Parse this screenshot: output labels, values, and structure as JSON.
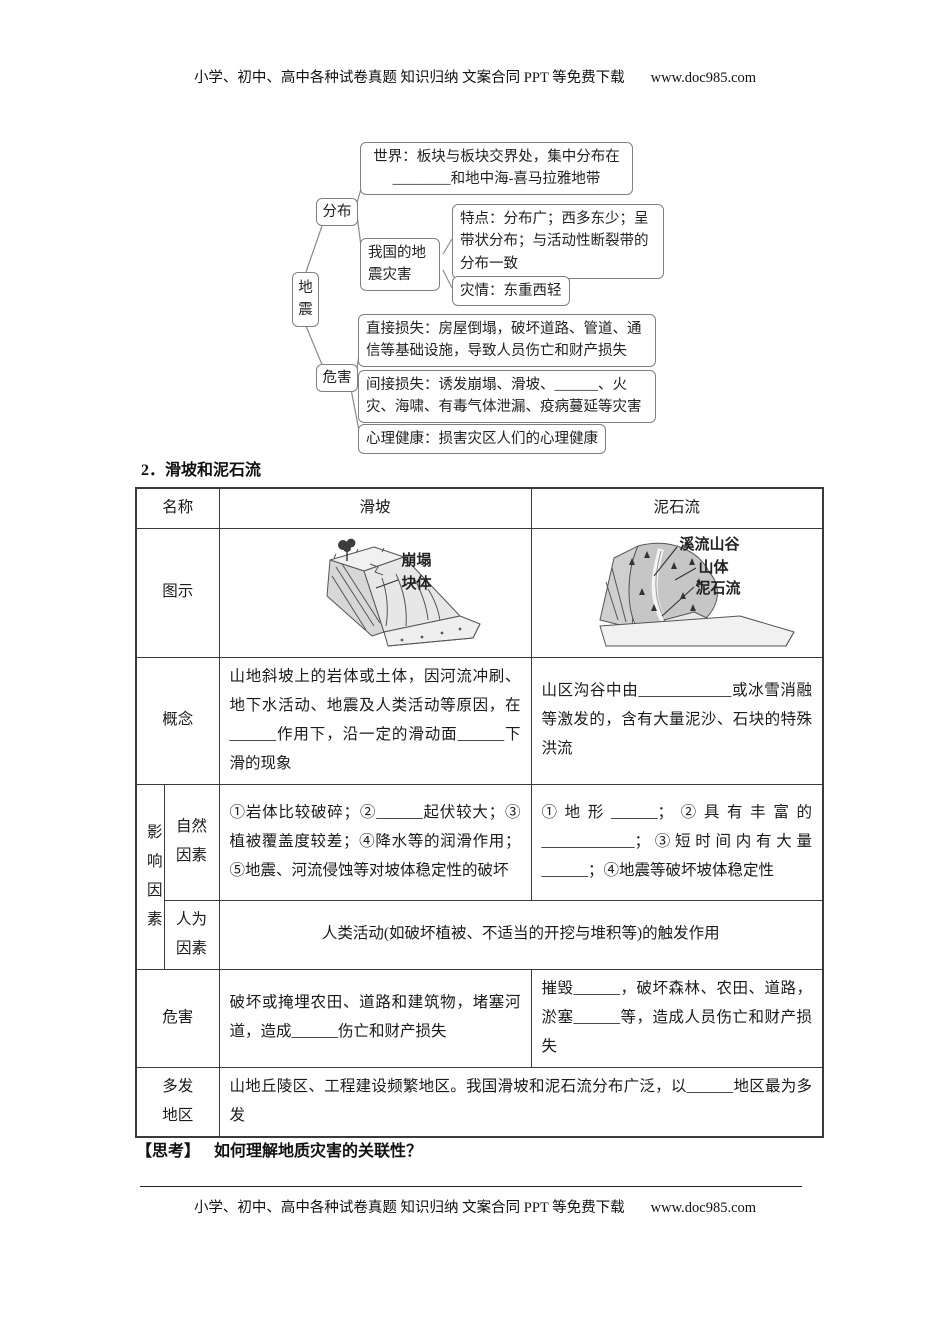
{
  "page": {
    "header": {
      "promo": "小学、初中、高中各种试卷真题 知识归纳 文案合同 PPT 等免费下载",
      "url": "www.doc985.com"
    },
    "footer": {
      "promo": "小学、初中、高中各种试卷真题 知识归纳 文案合同 PPT 等免费下载",
      "url": "www.doc985.com"
    }
  },
  "mindmap": {
    "root": "地震",
    "distribution": {
      "label": "分布",
      "world": "世界：板块与板块交界处，集中分布在\n________和地中海-喜马拉雅地带",
      "china_node": "我国的地震灾害",
      "features": "特点：分布广；西多东少；呈带状分布；与活动性断裂带的分布一致",
      "situation": "灾情：东重西轻"
    },
    "hazard": {
      "label": "危害",
      "direct": "直接损失：房屋倒塌，破坏道路、管道、通信等基础设施，导致人员伤亡和财产损失",
      "indirect": "间接损失：诱发崩塌、滑坡、______、火灾、海啸、有毒气体泄漏、疫病蔓延等灾害",
      "psych": "心理健康：损害灾区人们的心理健康"
    }
  },
  "section": {
    "title": "2．滑坡和泥石流"
  },
  "table": {
    "header": {
      "name": "名称",
      "landslide": "滑坡",
      "debris": "泥石流"
    },
    "illustration": {
      "label": "图示",
      "landslide_caption": "崩塌块体",
      "debris_caption_valley": "溪流山谷",
      "debris_caption_mountain": "山体",
      "debris_caption_flow": "泥石流"
    },
    "concept": {
      "label": "概念",
      "landslide": "山地斜坡上的岩体或土体，因河流冲刷、地下水活动、地震及人类活动等原因，在______作用下，沿一定的滑动面______下滑的现象",
      "debris": "山区沟谷中由____________或冰雪消融等激发的，含有大量泥沙、石块的特殊洪流"
    },
    "factors": {
      "label": "影响因素",
      "natural": {
        "label": "自然因素",
        "landslide": "①岩体比较破碎；②______起伏较大；③植被覆盖度较差；④降水等的润滑作用；⑤地震、河流侵蚀等对坡体稳定性的破坏",
        "debris": "①地形______；②具有丰富的____________；③短时间内有大量______；④地震等破坏坡体稳定性"
      },
      "human": {
        "label": "人为因素",
        "text": "人类活动(如破坏植被、不适当的开挖与堆积等)的触发作用"
      }
    },
    "hazard": {
      "label": "危害",
      "landslide": "破坏或掩埋农田、道路和建筑物，堵塞河道，造成______伤亡和财产损失",
      "debris": "摧毁______，破坏森林、农田、道路，淤塞______等，造成人员伤亡和财产损失"
    },
    "region": {
      "label": "多发地区",
      "text": "山地丘陵区、工程建设频繁地区。我国滑坡和泥石流分布广泛，以______地区最为多发"
    }
  },
  "think": {
    "label": "【思考】",
    "question": "如何理解地质灾害的关联性？"
  }
}
